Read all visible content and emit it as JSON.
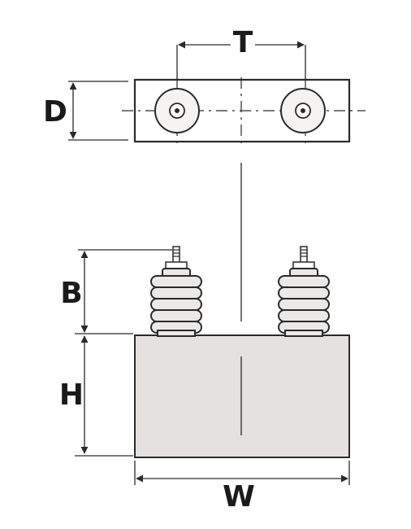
{
  "dimensions": {
    "t": "T",
    "d": "D",
    "b": "B",
    "h": "H",
    "w": "W"
  }
}
